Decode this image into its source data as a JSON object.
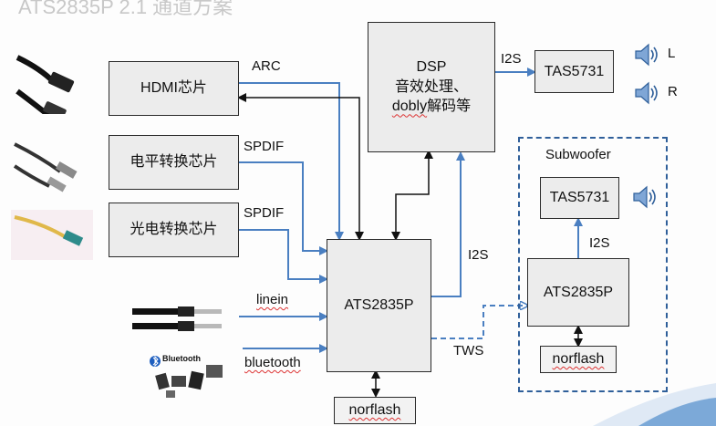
{
  "header": {
    "partial_title": "ATS2835P 2.1 通道方案"
  },
  "blocks": {
    "hdmi": "HDMI芯片",
    "level": "电平转换芯片",
    "optical": "光电转换芯片",
    "dsp_line1": "DSP",
    "dsp_line2": "音效处理、",
    "dsp_line3a": "dobly",
    "dsp_line3b": "解码等",
    "main_soc": "ATS2835P",
    "main_flash": "norflash",
    "amp_main": "TAS5731",
    "sub_title": "Subwoofer",
    "sub_amp": "TAS5731",
    "sub_soc": "ATS2835P",
    "sub_flash": "norflash"
  },
  "signals": {
    "arc": "ARC",
    "spdif1": "SPDIF",
    "spdif2": "SPDIF",
    "linein": "linein",
    "bluetooth": "bluetooth",
    "i2s_dsp_amp": "I2S",
    "i2s_soc_dsp": "I2S",
    "i2s_sub": "I2S",
    "tws": "TWS"
  },
  "outputs": {
    "left": "L",
    "right": "R"
  },
  "devices": {
    "bt_logo": "Bluetooth"
  },
  "colors": {
    "arrow_blue": "#4a7fc1",
    "arrow_black": "#111111",
    "box_fill": "#ececec",
    "dashed_blue": "#2f5f9a",
    "spell_red": "#d33333"
  }
}
